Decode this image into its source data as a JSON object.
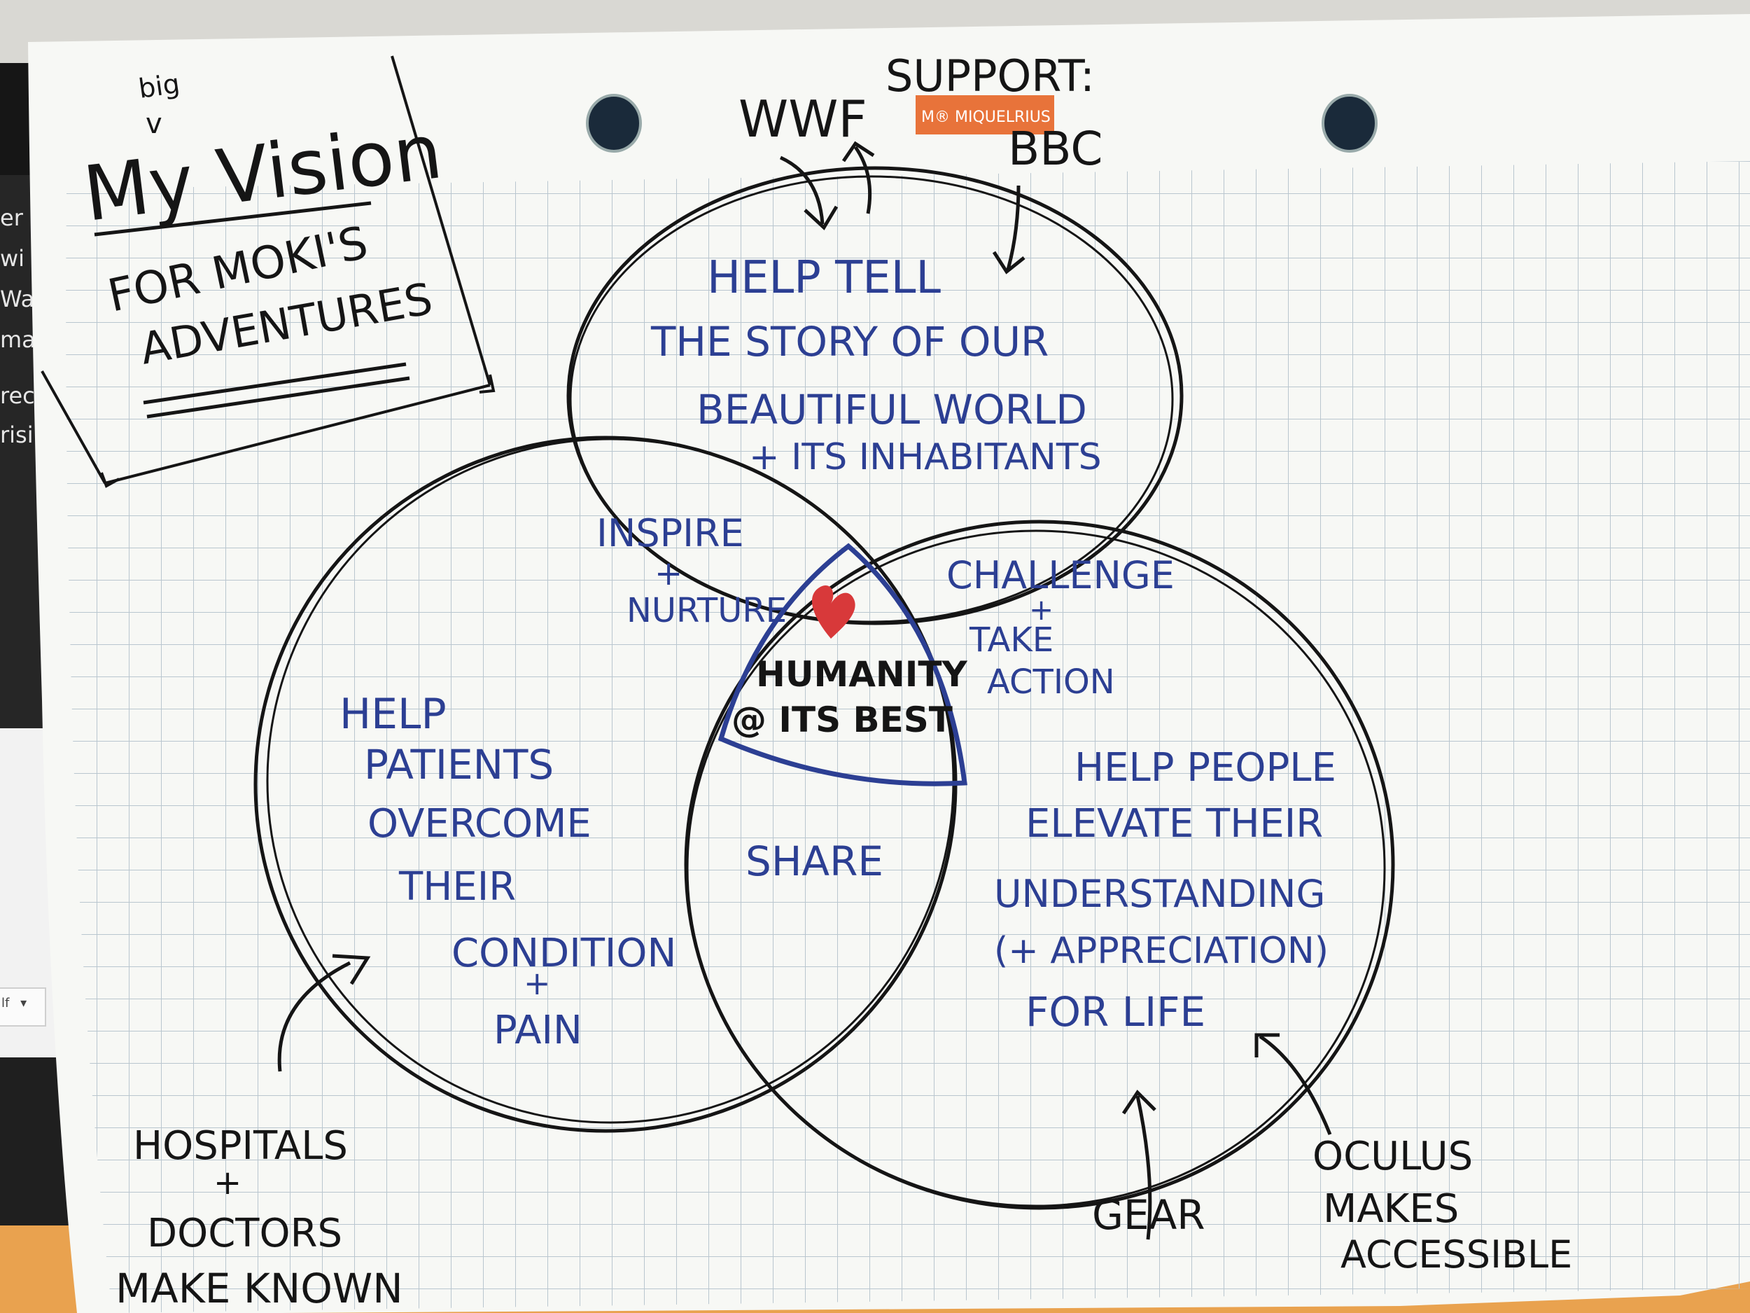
{
  "title": {
    "big": "big",
    "line1": "My Vision",
    "line2": "FOR MOKI'S",
    "line3": "ADVENTURES"
  },
  "support": {
    "label": "SUPPORT:",
    "brand": "M® MIQUELRIUS",
    "wwf": "WWF",
    "bbc": "BBC"
  },
  "top_circle": [
    "HELP TELL",
    "THE STORY OF OUR",
    "BEAUTIFUL WORLD",
    "+ ITS INHABITANTS"
  ],
  "left_circle": [
    "HELP",
    "PATIENTS",
    "OVERCOME",
    "THEIR",
    "CONDITION",
    "+",
    "PAIN"
  ],
  "right_circle": [
    "HELP PEOPLE",
    "ELEVATE THEIR",
    "UNDERSTANDING",
    "(+ APPRECIATION)",
    "FOR LIFE"
  ],
  "overlap_top_left": [
    "INSPIRE",
    "+",
    "NURTURE"
  ],
  "overlap_top_right": [
    "CHALLENGE",
    "+",
    "TAKE",
    "ACTION"
  ],
  "overlap_bottom": "SHARE",
  "center": [
    "HUMANITY",
    "@ ITS BEST"
  ],
  "bottom_left": [
    "HOSPITALS",
    "+",
    "DOCTORS",
    "MAKE KNOWN"
  ],
  "bottom_middle": "GEAR",
  "bottom_right": [
    "OCULUS",
    "MAKES",
    "ACCESSIBLE"
  ],
  "monitor_text": [
    "er",
    "wi",
    "Wa",
    "ma",
    "rec",
    "risi"
  ],
  "monitor_dropdown": "lf",
  "colors": {
    "ink": "#151515",
    "blue_ink": "#2c3f93",
    "heart": "#d8393a",
    "grid": "#b9c6cf",
    "paper": "#f7f8f5",
    "brand_orange": "#e8733a"
  },
  "icons": [
    "heart-icon",
    "arrow-icon",
    "dropdown-caret-icon"
  ]
}
